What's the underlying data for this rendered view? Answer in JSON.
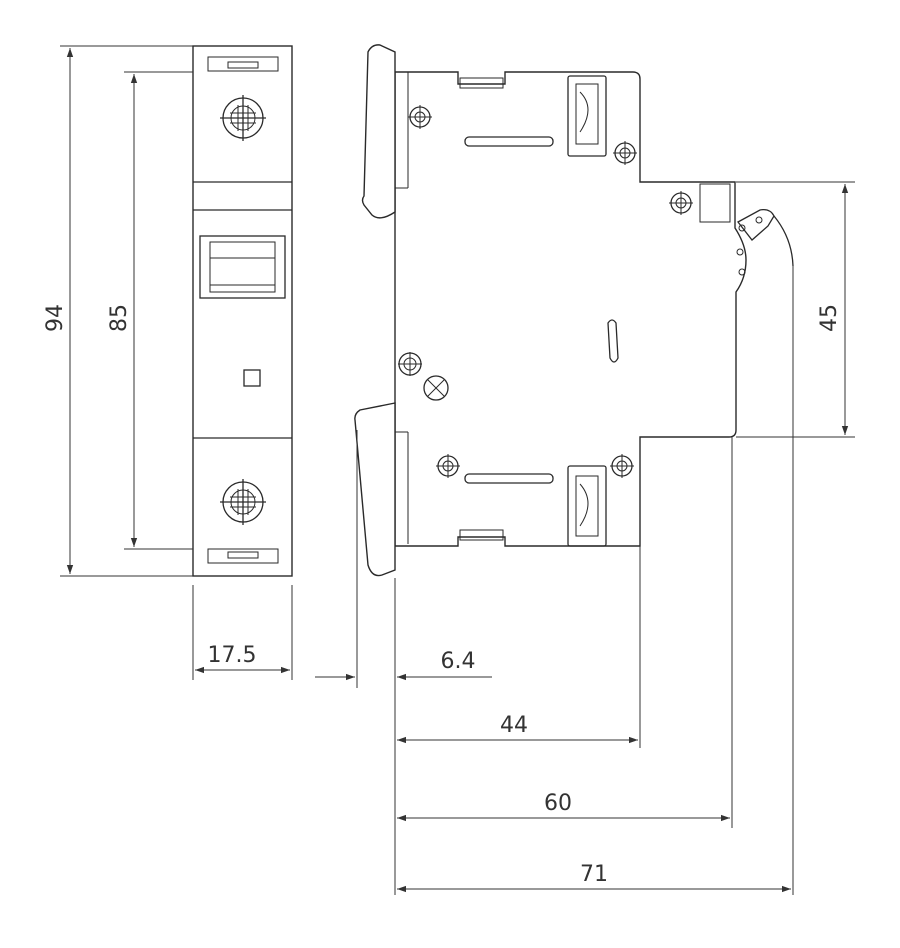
{
  "dimensions": {
    "overall_height": "94",
    "screw_spacing": "85",
    "module_width": "17.5",
    "lever_projection": "6.4",
    "front_depth": "44",
    "shoulder_depth": "60",
    "total_depth": "71",
    "rail_height": "45"
  }
}
